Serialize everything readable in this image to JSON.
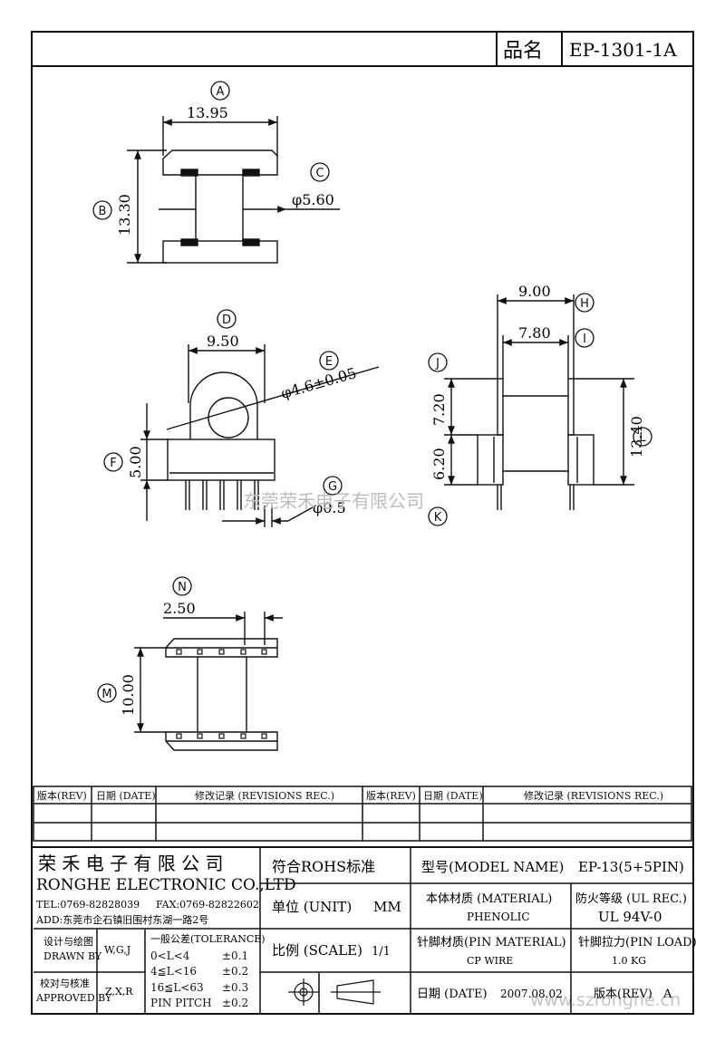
{
  "header": {
    "product_name_label": "品名",
    "part_number": "EP-1301-1A"
  },
  "dimension_labels": {
    "A": "13.95",
    "B": "13.30",
    "C": "φ5.60",
    "D": "9.50",
    "E": "φ4.6±0.05",
    "F": "5.00",
    "G": "φ0.5",
    "H": "9.00",
    "I": "7.80",
    "J": "7.20",
    "K": "6.20",
    "L": "13.40",
    "M": "10.00",
    "N": "2.50"
  },
  "callouts": [
    "A",
    "B",
    "C",
    "D",
    "E",
    "F",
    "G",
    "H",
    "I",
    "J",
    "K",
    "L",
    "M",
    "N"
  ],
  "watermarks": {
    "center": "东莞荣禾电子有限公司",
    "bottom": "www.szronghe.cn"
  },
  "revision_table": {
    "headers": [
      "版本(REV)",
      "日期 (DATE)",
      "修改记录 (REVISIONS REC.)",
      "版本(REV)",
      "日期 (DATE)",
      "修改记录 (REVISIONS REC.)"
    ]
  },
  "title_block": {
    "company_cn": "荣 禾 电 子 有 限 公 司",
    "company_en": "RONGHE ELECTRONIC CO.,LTD",
    "tel": "TEL:0769-82828039",
    "fax": "FAX:0769-82822602",
    "address": "ADD:东莞市企石镇旧围村东湖一路2号",
    "rohs": "符合ROHS标准",
    "model_label": "型号(MODEL NAME)",
    "model_value": "EP-13(5+5PIN)",
    "unit_label": "单位 (UNIT)",
    "unit_value": "MM",
    "material_label": "本体材质 (MATERIAL)",
    "material_value": "PHENOLIC",
    "fire_label": "防火等级 (UL REC.)",
    "fire_value": "UL 94V-0",
    "design_cn": "设计与绘图",
    "design_en": "DRAWN BY",
    "design_value": "W,G,J",
    "tolerance_label": "一般公差(TOLERANCE)",
    "tolerance_rows": [
      {
        "range": "0<L<4",
        "tol": "±0.1"
      },
      {
        "range": "4≦L<16",
        "tol": "±0.2"
      },
      {
        "range": "16≦L<63",
        "tol": "±0.3"
      },
      {
        "range": "PIN PITCH",
        "tol": "±0.2"
      }
    ],
    "scale_label": "比例 (SCALE)",
    "scale_value": "1/1",
    "pin_material_label": "针脚材质(PIN MATERIAL)",
    "pin_material_value": "CP WIRE",
    "pin_load_label": "针脚拉力(PIN LOAD)",
    "pin_load_value": "1.0 KG",
    "approve_cn": "校对与核准",
    "approve_en": "APPROVED BY",
    "approve_value": "Z,X,R",
    "date_label": "日期 (DATE)",
    "date_value": "2007.08.02",
    "version_label": "版本(REV)",
    "version_value": "A"
  }
}
